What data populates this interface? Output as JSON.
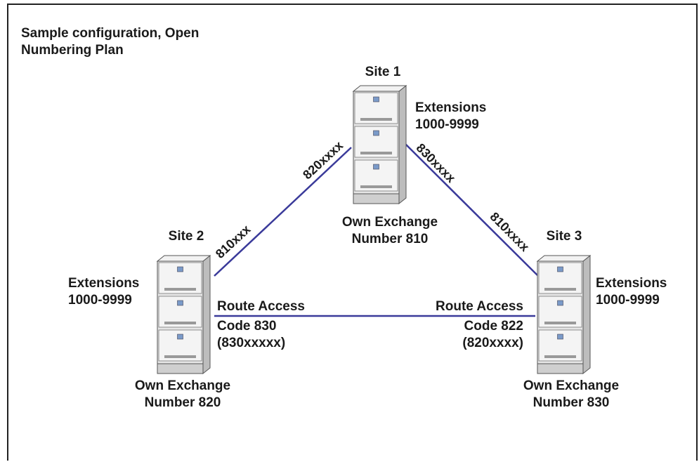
{
  "title": "Sample configuration, Open Numbering Plan",
  "colors": {
    "link": "#3a3a9a",
    "cabinet": "#e6e6e6",
    "cabinet_side": "#bdbdbd",
    "led": "#7a9ac8"
  },
  "sites": [
    {
      "name": "Site 1",
      "extensions_label": "Extensions",
      "extensions_range": "1000-9999",
      "own_exchange_label": "Own Exchange",
      "own_exchange_number": "Number 810"
    },
    {
      "name": "Site 2",
      "extensions_label": "Extensions",
      "extensions_range": "1000-9999",
      "own_exchange_label": "Own Exchange",
      "own_exchange_number": "Number 820"
    },
    {
      "name": "Site 3",
      "extensions_label": "Extensions",
      "extensions_range": "1000-9999",
      "own_exchange_label": "Own Exchange",
      "own_exchange_number": "Number 830"
    }
  ],
  "links": {
    "site1_site2": {
      "near_site1": "820xxxx",
      "near_site2": "810xxx"
    },
    "site1_site3": {
      "near_site1": "830xxxx",
      "near_site3": "810xxxx"
    },
    "site2_site3": {
      "site2_side": [
        "Route Access",
        "Code 830",
        "(830xxxxx)"
      ],
      "site3_side": [
        "Route Access",
        "Code 822",
        "(820xxxx)"
      ]
    }
  }
}
